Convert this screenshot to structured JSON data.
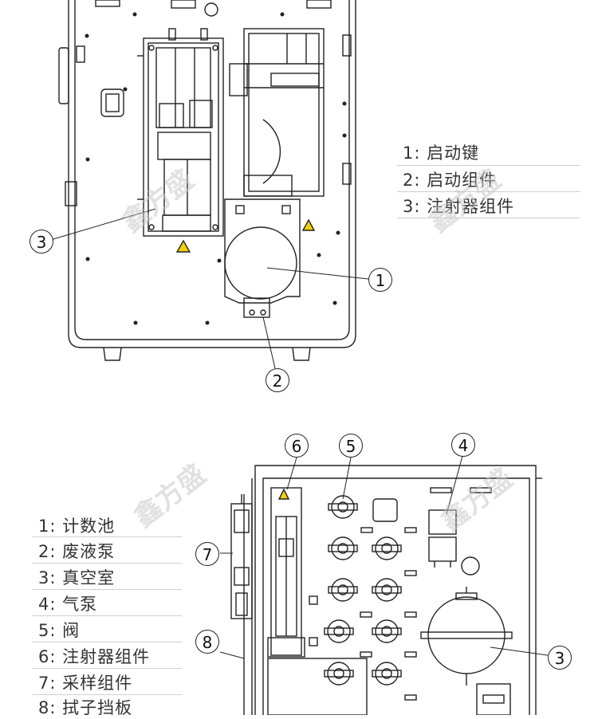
{
  "top_legend": [
    {
      "num": "1:",
      "label": "启动键"
    },
    {
      "num": "2:",
      "label": "启动组件"
    },
    {
      "num": "3:",
      "label": "注射器组件"
    }
  ],
  "bottom_legend": [
    {
      "num": "1:",
      "label": "计数池"
    },
    {
      "num": "2:",
      "label": "废液泵"
    },
    {
      "num": "3:",
      "label": "真空室"
    },
    {
      "num": "4:",
      "label": "气泵"
    },
    {
      "num": "5:",
      "label": "阀"
    },
    {
      "num": "6:",
      "label": "注射器组件"
    },
    {
      "num": "7:",
      "label": "采样组件"
    },
    {
      "num": "8:",
      "label": "拭子挡板"
    }
  ],
  "top_callouts": [
    "1",
    "2",
    "3"
  ],
  "bottom_callouts": [
    "3",
    "4",
    "5",
    "6",
    "7",
    "8"
  ],
  "watermark": "鑫方盛"
}
